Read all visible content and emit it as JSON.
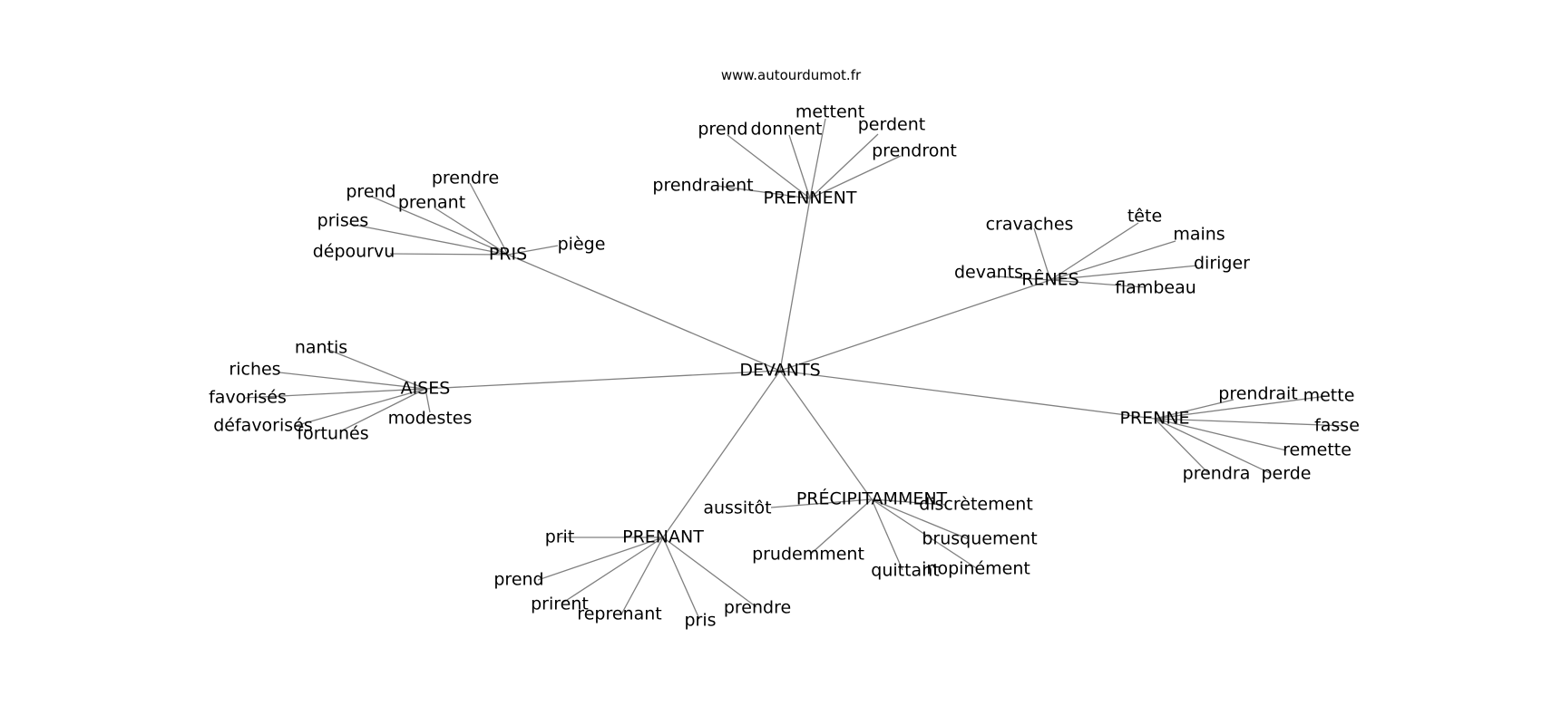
{
  "site_url": "www.autourdumot.fr",
  "center": "DEVANTS",
  "clusters": [
    {
      "hub": "PRENNENT",
      "words": [
        "prend",
        "donnent",
        "mettent",
        "perdent",
        "prendront",
        "prendraient"
      ]
    },
    {
      "hub": "PRIS",
      "words": [
        "prendre",
        "prend",
        "prenant",
        "prises",
        "dépourvu",
        "piège"
      ]
    },
    {
      "hub": "RÊNES",
      "words": [
        "cravaches",
        "tête",
        "mains",
        "diriger",
        "devants",
        "flambeau"
      ]
    },
    {
      "hub": "AISES",
      "words": [
        "nantis",
        "riches",
        "favorisés",
        "défavorisés",
        "fortunés",
        "modestes"
      ]
    },
    {
      "hub": "PRENNE",
      "words": [
        "prendrait",
        "mette",
        "fasse",
        "remette",
        "perde",
        "prendra"
      ]
    },
    {
      "hub": "PRÉCIPITAMMENT",
      "words": [
        "aussitôt",
        "discrètement",
        "brusquement",
        "inopinément",
        "quittant",
        "prudemment"
      ]
    },
    {
      "hub": "PRENANT",
      "words": [
        "prit",
        "prend",
        "prirent",
        "reprenant",
        "pris",
        "prendre"
      ]
    }
  ]
}
